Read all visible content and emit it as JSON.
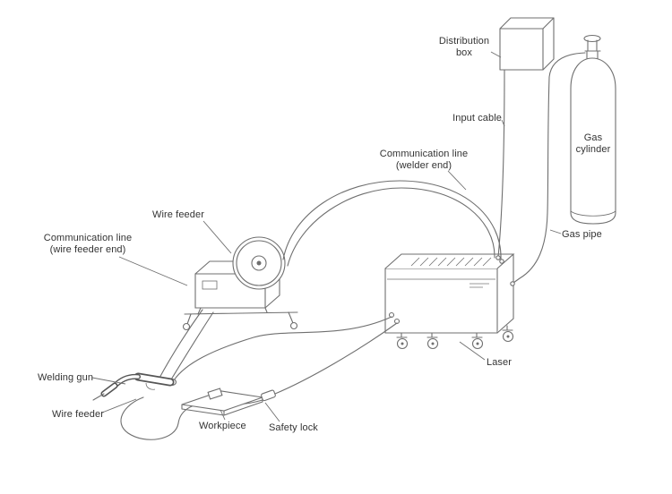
{
  "diagram": {
    "colors": {
      "line": "#6f6f6f",
      "text": "#333333",
      "background": "#ffffff"
    },
    "labels": {
      "distribution_box": {
        "lines": [
          "Distribution",
          "box"
        ]
      },
      "input_cable": {
        "lines": [
          "Input cable"
        ]
      },
      "communication_line_welder": {
        "lines": [
          "Communication line",
          "(welder end)"
        ]
      },
      "gas_cylinder": {
        "lines": [
          "Gas",
          "cylinder"
        ]
      },
      "gas_pipe": {
        "lines": [
          "Gas pipe"
        ]
      },
      "wire_feeder_top": {
        "lines": [
          "Wire feeder"
        ]
      },
      "communication_line_wire_feeder": {
        "lines": [
          "Communication line",
          "(wire feeder end)"
        ]
      },
      "welding_gun": {
        "lines": [
          "Welding gun"
        ]
      },
      "wire_feeder_bottom": {
        "lines": [
          "Wire feeder"
        ]
      },
      "workpiece": {
        "lines": [
          "Workpiece"
        ]
      },
      "safety_lock": {
        "lines": [
          "Safety lock"
        ]
      },
      "laser": {
        "lines": [
          "Laser"
        ]
      }
    }
  }
}
